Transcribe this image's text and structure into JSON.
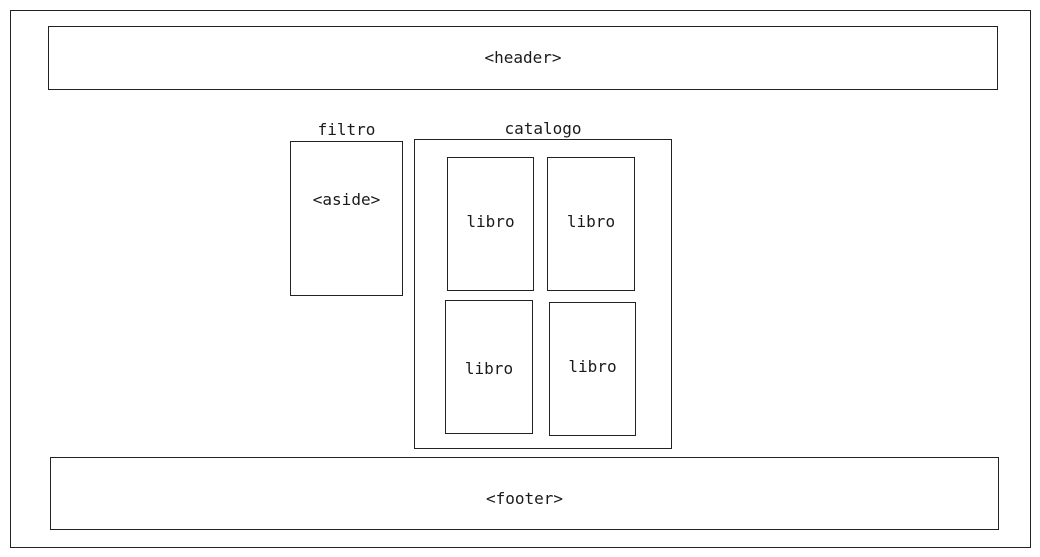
{
  "header": {
    "label": "<header>"
  },
  "filtro": {
    "caption": "filtro",
    "label": "<aside>"
  },
  "catalogo": {
    "caption": "catalogo",
    "libros": [
      {
        "label": "libro"
      },
      {
        "label": "libro"
      },
      {
        "label": "libro"
      },
      {
        "label": "libro"
      }
    ]
  },
  "footer": {
    "label": "<footer>"
  }
}
